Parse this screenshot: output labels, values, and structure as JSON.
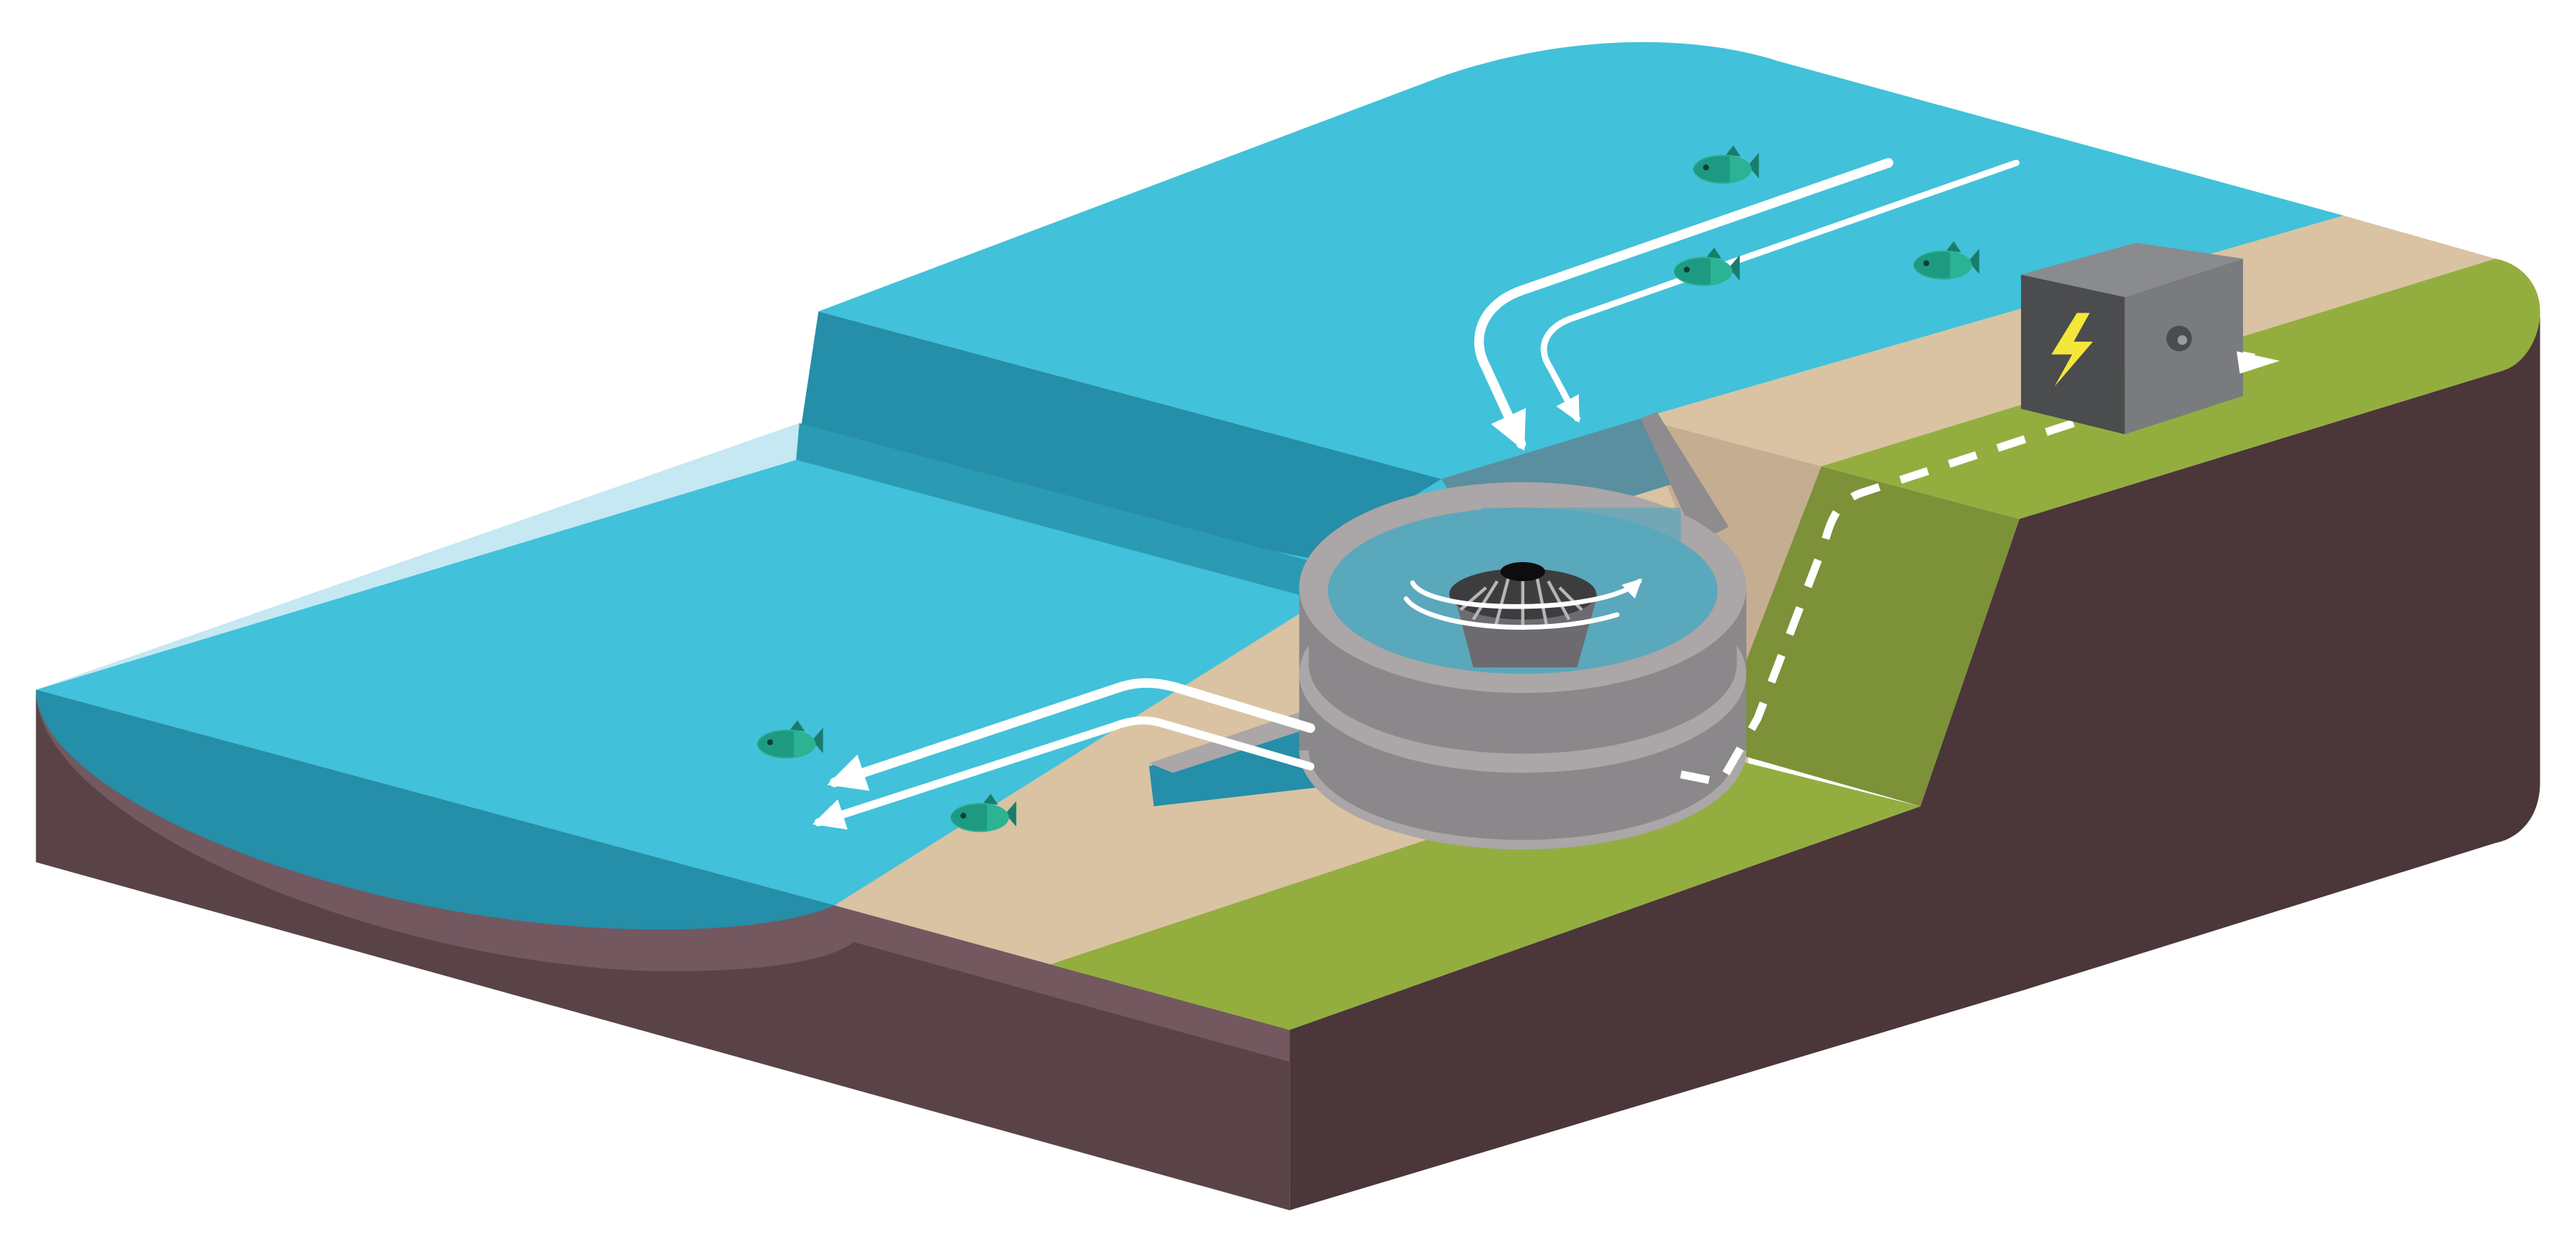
{
  "diagram": {
    "kind": "run-of-river hydro turbine cross-section",
    "text_labels": [],
    "icons": {
      "power": "lightning-bolt-icon",
      "outlet": "power-outlet-icon",
      "fish": "fish-icon"
    },
    "fish_count": 5,
    "flow_arrows": {
      "inflow": 2,
      "outflow": 2,
      "swirl": 2
    },
    "colors": {
      "water": "#42c1da",
      "water_dark": "#258ea8",
      "water_pale": "#c5e8f2",
      "sand": "#d9c3a3",
      "sand_shadow": "#c5ad92",
      "grass": "#93ae3f",
      "grass_dark": "#7d9138",
      "earth_front": "#5a4347",
      "earth_side": "#4b363a",
      "earth_band": "#735860",
      "turbine_ring": "#aba6a7",
      "turbine_body": "#8b888b",
      "turbine_hub": "#3d3d40",
      "generator_front": "#4a4c4e",
      "generator_side": "#797b7e",
      "generator_top": "#898b8e",
      "bolt": "#f5e63a",
      "fish_body": "#2bb394",
      "fish_dark": "#1a7d6b",
      "arrow": "#ffffff"
    }
  }
}
